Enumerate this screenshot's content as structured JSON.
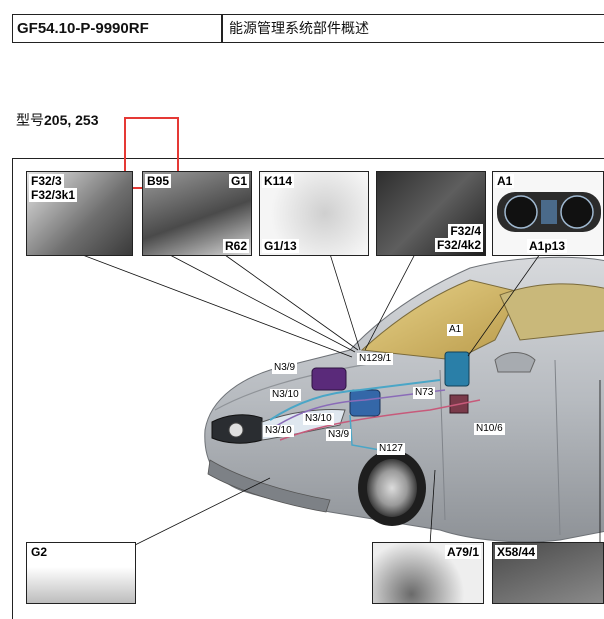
{
  "header": {
    "code": "GF54.10-P-9990RF",
    "title": "能源管理系统部件概述"
  },
  "model": {
    "prefix": "型号",
    "numbers": "205, 253"
  },
  "thumbnails": {
    "t1": {
      "lines": [
        "F32/3",
        "F32/3k1"
      ]
    },
    "t2": {
      "top_left": "B95",
      "top_right": "G1",
      "bottom_right": "R62"
    },
    "t3": {
      "top": "K114",
      "bottom": "G1/13"
    },
    "t4": {
      "lines": [
        "F32/4",
        "F32/4k2"
      ]
    },
    "t5": {
      "top": "A1",
      "bottom": "A1p13"
    },
    "t6": {
      "label": "G2"
    },
    "t7": {
      "label": "A79/1"
    },
    "t8": {
      "label": "X58/44"
    }
  },
  "callouts": {
    "a1": "A1",
    "n129_1": "N129/1",
    "n3_9_a": "N3/9",
    "n3_10_a": "N3/10",
    "n73": "N73",
    "n3_10_b": "N3/10",
    "n3_10_c": "N3/10",
    "n3_9_b": "N3/9",
    "n127": "N127",
    "n10_6": "N10/6"
  }
}
